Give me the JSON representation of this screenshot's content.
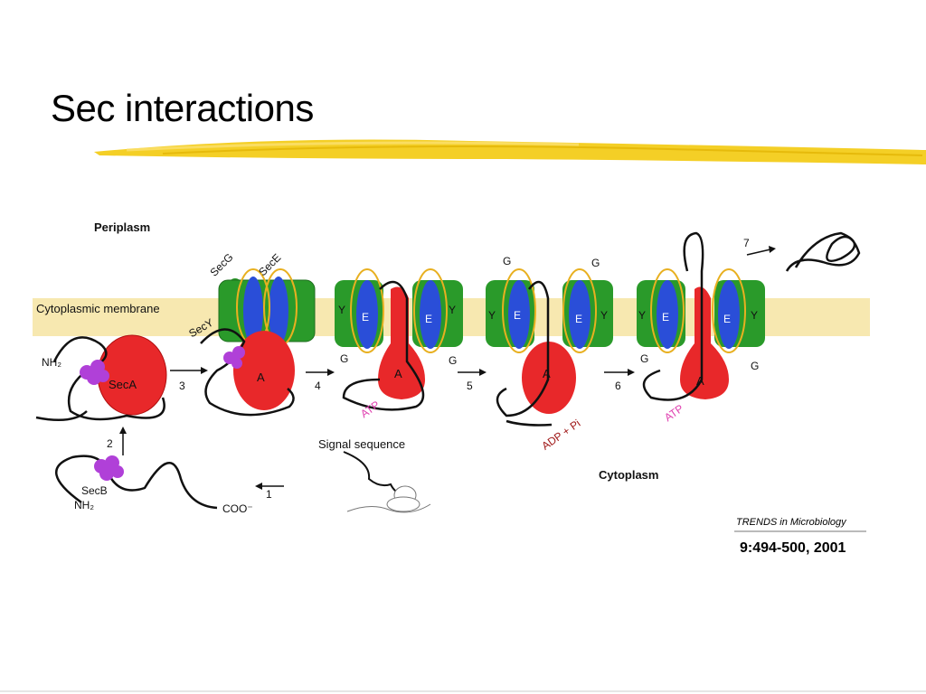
{
  "slide": {
    "title": "Sec interactions"
  },
  "figure": {
    "periplasm": "Periplasm",
    "membrane": "Cytoplasmic membrane",
    "cytoplasm": "Cytoplasm",
    "seca": "SecA",
    "secb": "SecB",
    "secg": "SecG",
    "sece": "SecE",
    "secy": "SecY",
    "nh2": "NH₂",
    "cooh": "COO⁻",
    "signal_sequence": "Signal sequence",
    "a": "A",
    "e": "E",
    "y": "Y",
    "g": "G",
    "atp": "ATP",
    "adp_pi": "ADP + Pi",
    "steps": [
      "1",
      "2",
      "3",
      "4",
      "5",
      "6",
      "7"
    ],
    "journal": "TRENDS in Microbiology",
    "citation": "9:494-500, 2001"
  },
  "colors": {
    "membrane": "#f7e8b0",
    "seca": "#e8282a",
    "secy_green": "#2a9a2a",
    "sece_blue": "#2a4ed8",
    "secg_loop": "#e8b020",
    "secb": "#b040d8",
    "atp": "#e040b0",
    "adp": "#a01818",
    "brush": "#f0c818"
  }
}
